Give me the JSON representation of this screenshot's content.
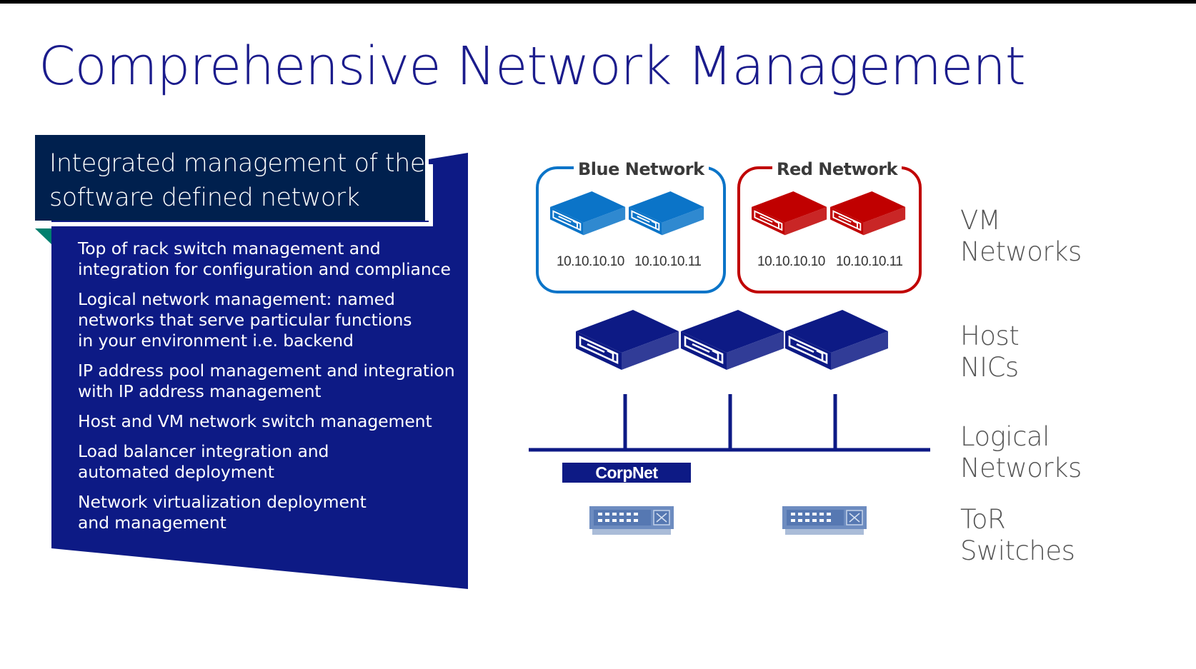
{
  "slide": {
    "title": "Comprehensive Network Management",
    "callout": {
      "line1": "Integrated management of the",
      "line2": "software defined network"
    },
    "bullets": [
      "Top of rack switch management and\nintegration for configuration and compliance",
      "Logical network management: named\nnetworks that serve particular functions\nin your environment i.e. backend",
      "IP address pool management and integration\nwith IP address management",
      "Host and VM network switch management",
      "Load balancer integration and\nautomated deployment",
      "Network virtualization deployment\nand management"
    ]
  },
  "diagram": {
    "blue_network": {
      "title": "Blue Network",
      "ips": [
        "10.10.10.10",
        "10.10.10.11"
      ],
      "color": "#0b74c8"
    },
    "red_network": {
      "title": "Red Network",
      "ips": [
        "10.10.10.10",
        "10.10.10.11"
      ],
      "color": "#c00000"
    },
    "host_color": "#0d1a85",
    "logical_network": "CorpNet",
    "layers": [
      "VM\nNetworks",
      "Host\nNICs",
      "Logical\nNetworks",
      "ToR\nSwitches"
    ]
  },
  "colors": {
    "title": "#1b1c8c",
    "panel": "#0d1a85",
    "callout": "#00204e",
    "accent_teal": "#00806e"
  },
  "icons": [
    "server-icon",
    "switch-icon"
  ]
}
